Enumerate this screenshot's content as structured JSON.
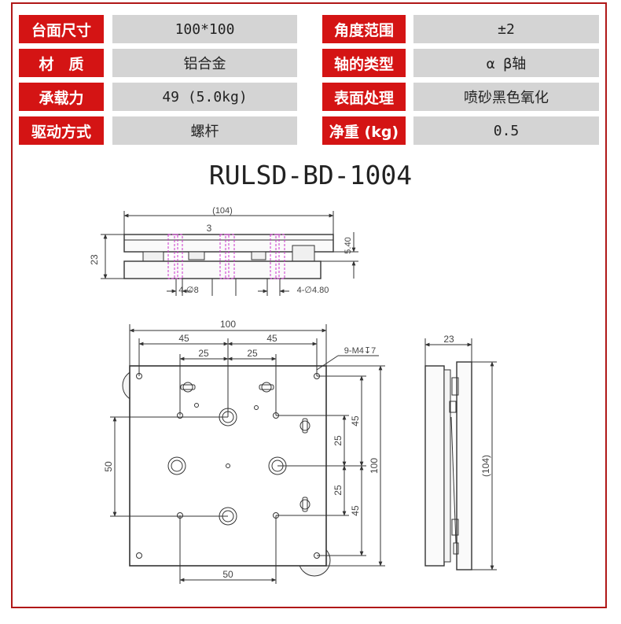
{
  "specs": {
    "rows": [
      {
        "label1": "台面尺寸",
        "value1": "100*100",
        "label2": "角度范围",
        "value2": "±2"
      },
      {
        "label1": "材　质",
        "value1": "铝合金",
        "label2": "轴的类型",
        "value2": "α β轴"
      },
      {
        "label1": "承载力",
        "value1": "49 (5.0kg)",
        "label2": "表面处理",
        "value2": "喷砂黑色氧化"
      },
      {
        "label1": "驱动方式",
        "value1": "螺杆",
        "label2": "净重 (kg)",
        "value2": "0.5"
      }
    ]
  },
  "model": "RULSD-BD-1004",
  "drawing": {
    "front": {
      "width": "(104)",
      "top_note": "3",
      "height": "23",
      "offset": "5.40",
      "hole_a": "4-∅8",
      "hole_b": "4-∅4.80"
    },
    "top": {
      "width": "100",
      "pitch_45_left": "45",
      "pitch_45_right": "45",
      "pitch_25_left": "25",
      "pitch_25_right": "25",
      "thread": "9-M4↧7",
      "left_50": "50",
      "bottom_50": "50",
      "height": "100",
      "r25_top": "25",
      "r25_bottom": "25",
      "r45_top": "45",
      "r45_bottom": "45"
    },
    "side": {
      "width": "23",
      "height": "(104)"
    }
  },
  "colors": {
    "frame": "#b01818",
    "label_bg": "#d41414",
    "value_bg": "#d4d4d4",
    "line": "#333333",
    "hidden": "#cc33cc"
  }
}
